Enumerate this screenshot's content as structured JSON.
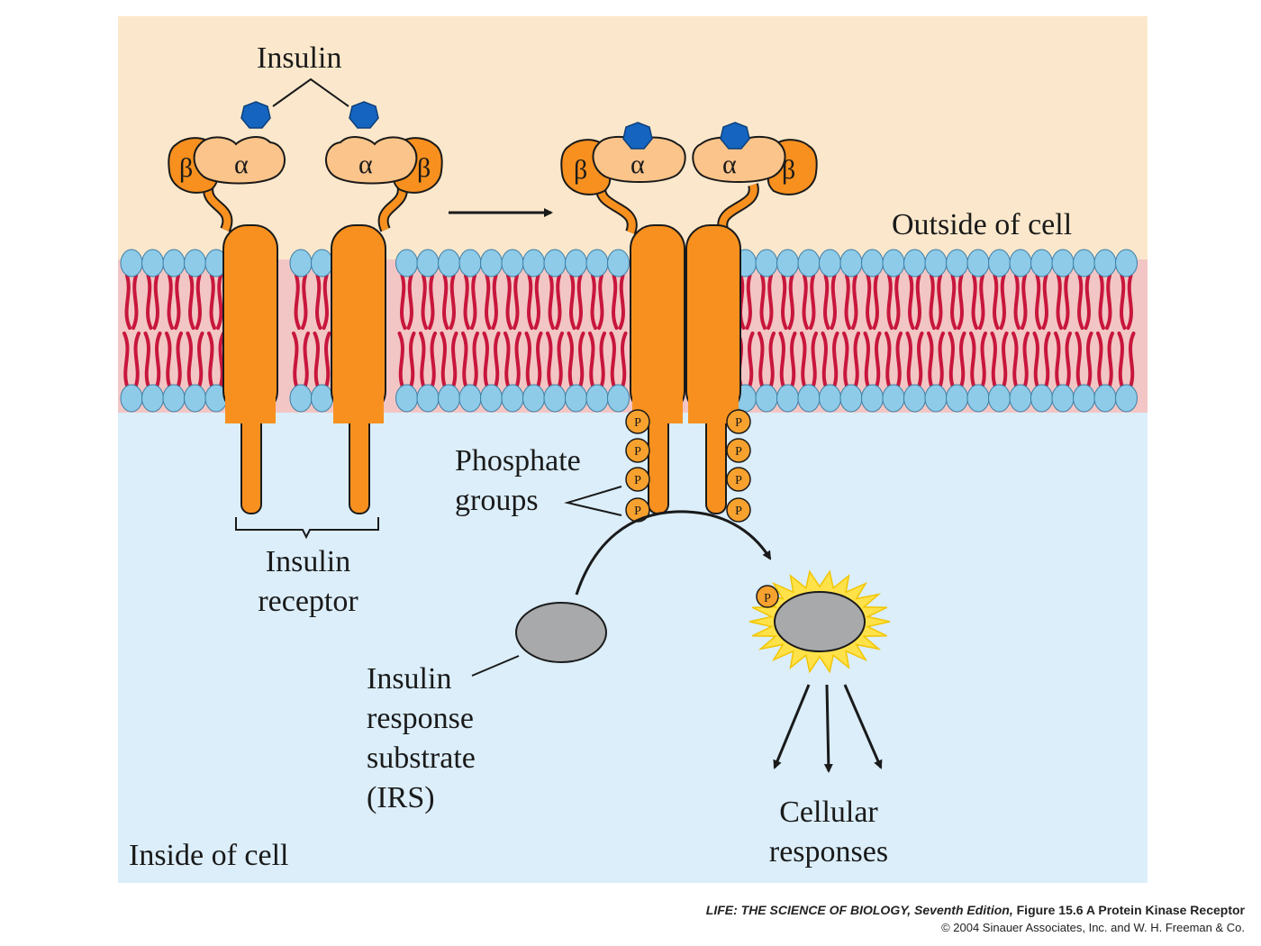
{
  "labels": {
    "insulin": "Insulin",
    "outside_of_cell": "Outside of cell",
    "inside_of_cell": "Inside of cell",
    "insulin_receptor": [
      "Insulin",
      "receptor"
    ],
    "phosphate_groups": [
      "Phosphate",
      "groups"
    ],
    "irs": [
      "Insulin",
      "response",
      "substrate",
      "(IRS)"
    ],
    "cellular_responses": [
      "Cellular",
      "responses"
    ],
    "alpha": "α",
    "beta": "β",
    "phosphate_symbol": "P"
  },
  "credit": {
    "book_title": "LIFE: THE SCIENCE OF BIOLOGY, Seventh Edition,",
    "figure_caption": " Figure 15.6 A Protein Kinase Receptor",
    "copyright": "© 2004 Sinauer Associates, Inc. and W. H. Freeman & Co."
  },
  "colors": {
    "outside_bg": "#fbe8cc",
    "inside_bg": "#dbeefa",
    "membrane_core": "#f2c6c4",
    "lipid_head": "#8ecbe8",
    "lipid_tail": "#c8163c",
    "receptor": "#f7901e",
    "alpha_subunit": "#fbc48a",
    "insulin": "#1565c0",
    "phosphate": "#f7a12e",
    "irs": "#a8a9ab",
    "glow": "#ffe24a"
  }
}
